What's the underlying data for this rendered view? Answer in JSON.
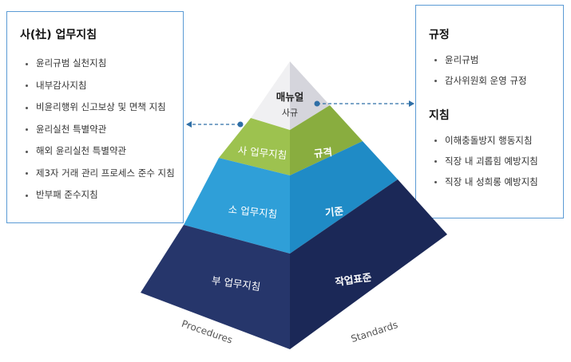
{
  "left_panel": {
    "title": "사(社) 업무지침",
    "items": [
      "윤리규범 실천지침",
      "내부감사지침",
      "비윤리행위 신고보상 및 면책 지침",
      "윤리실천 특별약관",
      "해외 윤리실천 특별약관",
      "제3자 거래 관리 프로세스 준수 지침",
      "반부패 준수지침"
    ]
  },
  "right_panel": {
    "section1_title": "규정",
    "section1_items": [
      "윤리규범",
      "감사위원회 운영 규정"
    ],
    "section2_title": "지침",
    "section2_items": [
      "이해충돌방지 행동지침",
      "직장 내 괴롭힘 예방지침",
      "직장 내 성희롱 예방지침"
    ]
  },
  "pyramid": {
    "top_label": "매뉴얼",
    "top_sublabel": "사규",
    "tier2_left": "사 업무지침",
    "tier2_right": "규격",
    "tier3_left": "소 업무지침",
    "tier3_right": "기준",
    "tier4_left": "부 업무지침",
    "tier4_right": "작업표준",
    "base_left": "Procedures",
    "base_right": "Standards"
  },
  "colors": {
    "box_border": "#5b9bd5",
    "top_left": "#f0f0f2",
    "top_right": "#d5d5dc",
    "green_left": "#9dc24f",
    "green_right": "#89ad3f",
    "blue_left": "#2f9fd8",
    "blue_right": "#1f8bc6",
    "navy_left": "#26366b",
    "navy_right": "#1b2857",
    "arrow": "#2f6fa6"
  }
}
